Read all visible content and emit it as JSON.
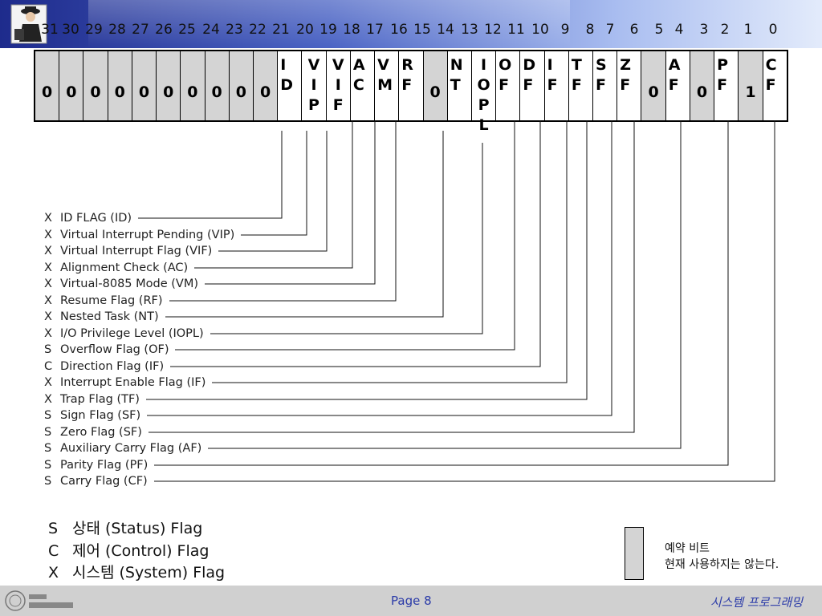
{
  "bit_numbers": [
    "31",
    "30",
    "29",
    "28",
    "27",
    "26",
    "25",
    "24",
    "23",
    "22",
    "21",
    "20",
    "19",
    "18",
    "17",
    "16",
    "15",
    "14",
    "13",
    "12",
    "11",
    "10",
    "9",
    "8",
    "7",
    "6",
    "5",
    "4",
    "3",
    "2",
    "1",
    "0"
  ],
  "register_cells": [
    {
      "text": "0",
      "reserved": true
    },
    {
      "text": "0",
      "reserved": true
    },
    {
      "text": "0",
      "reserved": true
    },
    {
      "text": "0",
      "reserved": true
    },
    {
      "text": "0",
      "reserved": true
    },
    {
      "text": "0",
      "reserved": true
    },
    {
      "text": "0",
      "reserved": true
    },
    {
      "text": "0",
      "reserved": true
    },
    {
      "text": "0",
      "reserved": true
    },
    {
      "text": "0",
      "reserved": true
    },
    {
      "text": "I\nD",
      "reserved": false
    },
    {
      "text": "V\nI\nP",
      "reserved": false
    },
    {
      "text": "V\nI\nF",
      "reserved": false
    },
    {
      "text": "A\nC",
      "reserved": false
    },
    {
      "text": "V\nM",
      "reserved": false
    },
    {
      "text": "R\nF",
      "reserved": false
    },
    {
      "text": "0",
      "reserved": true
    },
    {
      "text": "N\nT",
      "reserved": false
    },
    {
      "text": "I\nO\nP\nL",
      "reserved": false
    },
    {
      "text": "O\nF",
      "reserved": false
    },
    {
      "text": "D\nF",
      "reserved": false
    },
    {
      "text": "I\nF",
      "reserved": false
    },
    {
      "text": "T\nF",
      "reserved": false
    },
    {
      "text": "S\nF",
      "reserved": false
    },
    {
      "text": "Z\nF",
      "reserved": false
    },
    {
      "text": "0",
      "reserved": true
    },
    {
      "text": "A\nF",
      "reserved": false
    },
    {
      "text": "0",
      "reserved": true
    },
    {
      "text": "P\nF",
      "reserved": false
    },
    {
      "text": "1",
      "reserved": true
    },
    {
      "text": "C\nF",
      "reserved": false
    }
  ],
  "flags": [
    {
      "type": "X",
      "name": "ID FLAG (ID)",
      "bit": "21"
    },
    {
      "type": "X",
      "name": "Virtual Interrupt Pending (VIP)",
      "bit": "20"
    },
    {
      "type": "X",
      "name": "Virtual Interrupt Flag (VIF)",
      "bit": "19"
    },
    {
      "type": "X",
      "name": "Alignment Check (AC)",
      "bit": "18"
    },
    {
      "type": "X",
      "name": "Virtual-8085 Mode (VM)",
      "bit": "17"
    },
    {
      "type": "X",
      "name": "Resume Flag (RF)",
      "bit": "16"
    },
    {
      "type": "X",
      "name": "Nested Task (NT)",
      "bit": "14"
    },
    {
      "type": "X",
      "name": "I/O Privilege Level (IOPL)",
      "bit": "12-13"
    },
    {
      "type": "S",
      "name": "Overflow Flag (OF)",
      "bit": "11"
    },
    {
      "type": "C",
      "name": "Direction Flag (IF)",
      "bit": "10"
    },
    {
      "type": "X",
      "name": "Interrupt Enable Flag (IF)",
      "bit": "9"
    },
    {
      "type": "X",
      "name": "Trap Flag (TF)",
      "bit": "8"
    },
    {
      "type": "S",
      "name": "Sign Flag (SF)",
      "bit": "7"
    },
    {
      "type": "S",
      "name": "Zero Flag (SF)",
      "bit": "6"
    },
    {
      "type": "S",
      "name": "Auxiliary Carry Flag (AF)",
      "bit": "4"
    },
    {
      "type": "S",
      "name": "Parity Flag (PF)",
      "bit": "2"
    },
    {
      "type": "S",
      "name": "Carry Flag (CF)",
      "bit": "0"
    }
  ],
  "legend": [
    {
      "key": "S",
      "label": "상태 (Status) Flag"
    },
    {
      "key": "C",
      "label": "제어 (Control) Flag"
    },
    {
      "key": "X",
      "label": "시스템 (System) Flag"
    }
  ],
  "reserved_note": {
    "line1": "예약 비트",
    "line2": "현재 사용하지는 않는다."
  },
  "footer": {
    "page": "Page 8",
    "title": "시스템 프로그래밍"
  },
  "colors": {
    "header_dark": "#1e2b8c",
    "reserved_gray": "#d4d4d4",
    "footer_gray": "#d0d0d0",
    "footer_text": "#2a3aa8"
  }
}
